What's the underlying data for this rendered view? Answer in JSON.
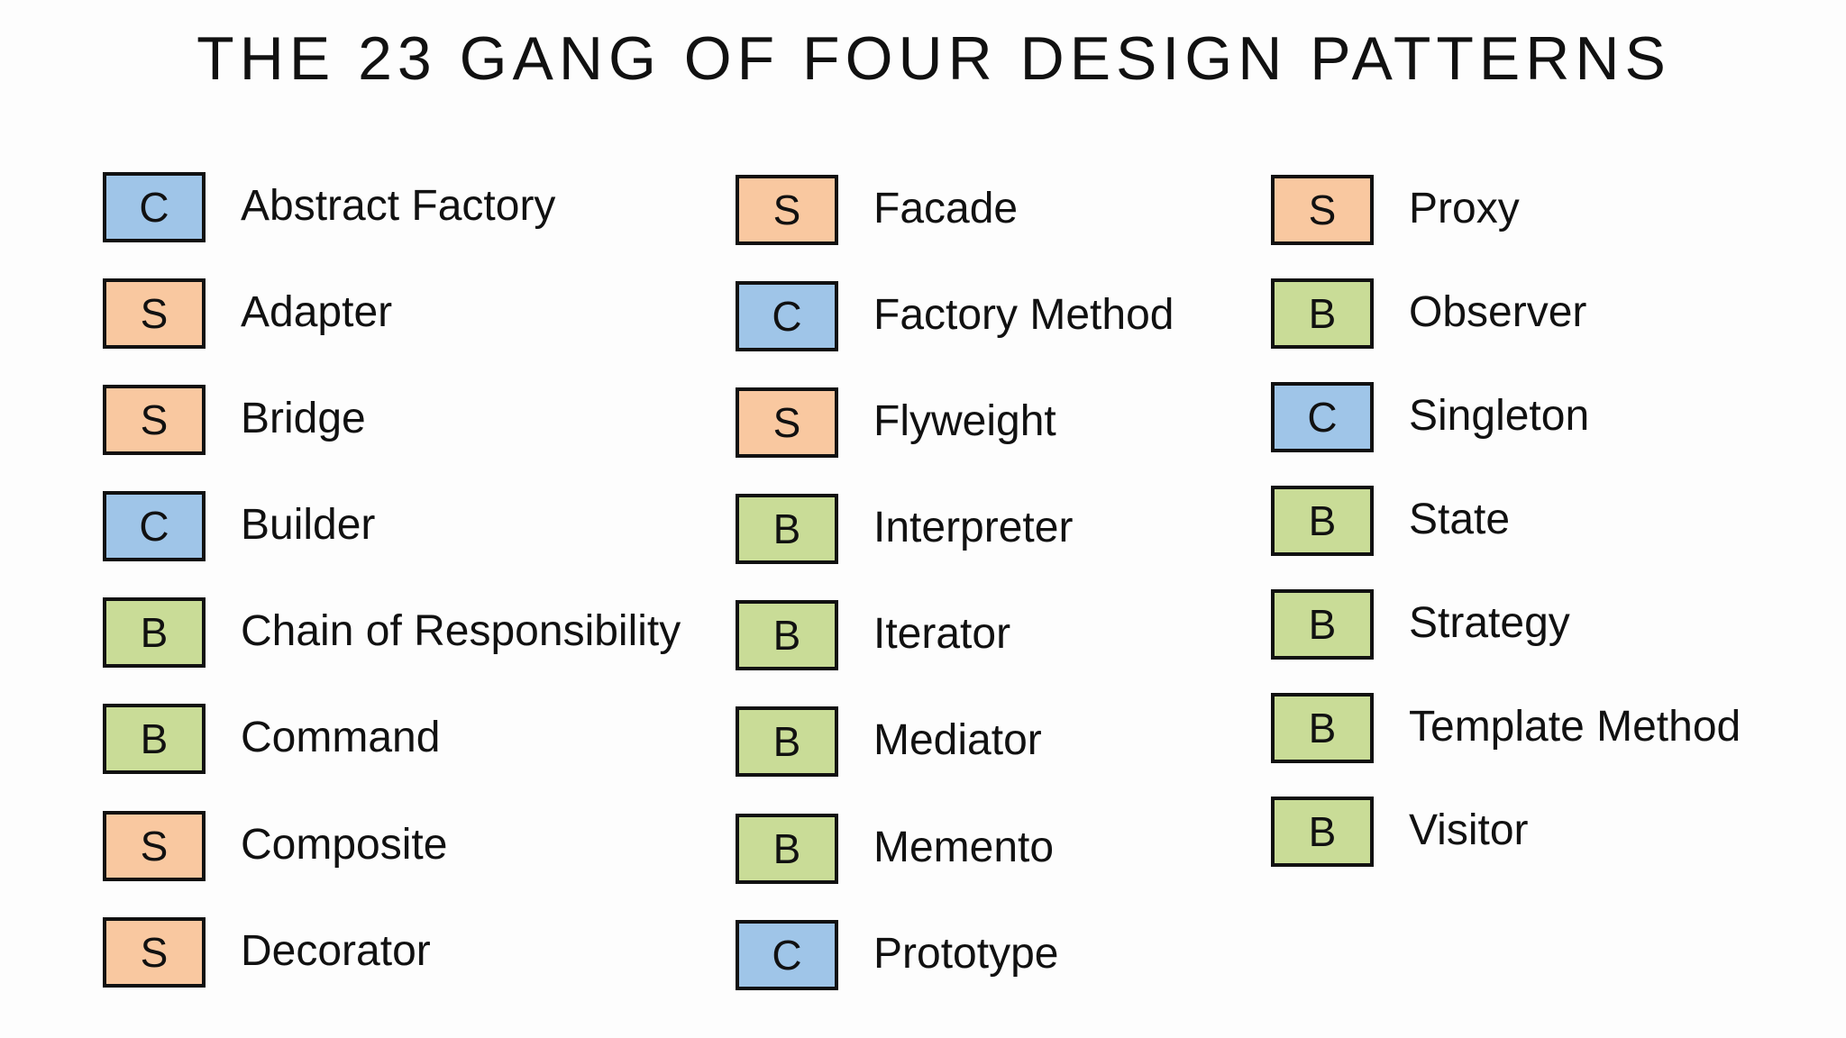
{
  "title": "THE 23 GANG OF FOUR DESIGN PATTERNS",
  "colors": {
    "C": "#9fc5e8",
    "S": "#f9c8a0",
    "B": "#c9dc97"
  },
  "columns": [
    {
      "patterns": [
        {
          "category": "C",
          "name": "Abstract Factory"
        },
        {
          "category": "S",
          "name": "Adapter"
        },
        {
          "category": "S",
          "name": "Bridge"
        },
        {
          "category": "C",
          "name": "Builder"
        },
        {
          "category": "B",
          "name": "Chain of Responsibility"
        },
        {
          "category": "B",
          "name": "Command"
        },
        {
          "category": "S",
          "name": "Composite"
        },
        {
          "category": "S",
          "name": "Decorator"
        }
      ]
    },
    {
      "patterns": [
        {
          "category": "S",
          "name": "Facade"
        },
        {
          "category": "C",
          "name": "Factory Method"
        },
        {
          "category": "S",
          "name": "Flyweight"
        },
        {
          "category": "B",
          "name": "Interpreter"
        },
        {
          "category": "B",
          "name": "Iterator"
        },
        {
          "category": "B",
          "name": "Mediator"
        },
        {
          "category": "B",
          "name": "Memento"
        },
        {
          "category": "C",
          "name": "Prototype"
        }
      ]
    },
    {
      "patterns": [
        {
          "category": "S",
          "name": "Proxy"
        },
        {
          "category": "B",
          "name": "Observer"
        },
        {
          "category": "C",
          "name": "Singleton"
        },
        {
          "category": "B",
          "name": "State"
        },
        {
          "category": "B",
          "name": "Strategy"
        },
        {
          "category": "B",
          "name": "Template Method"
        },
        {
          "category": "B",
          "name": "Visitor"
        }
      ]
    }
  ]
}
